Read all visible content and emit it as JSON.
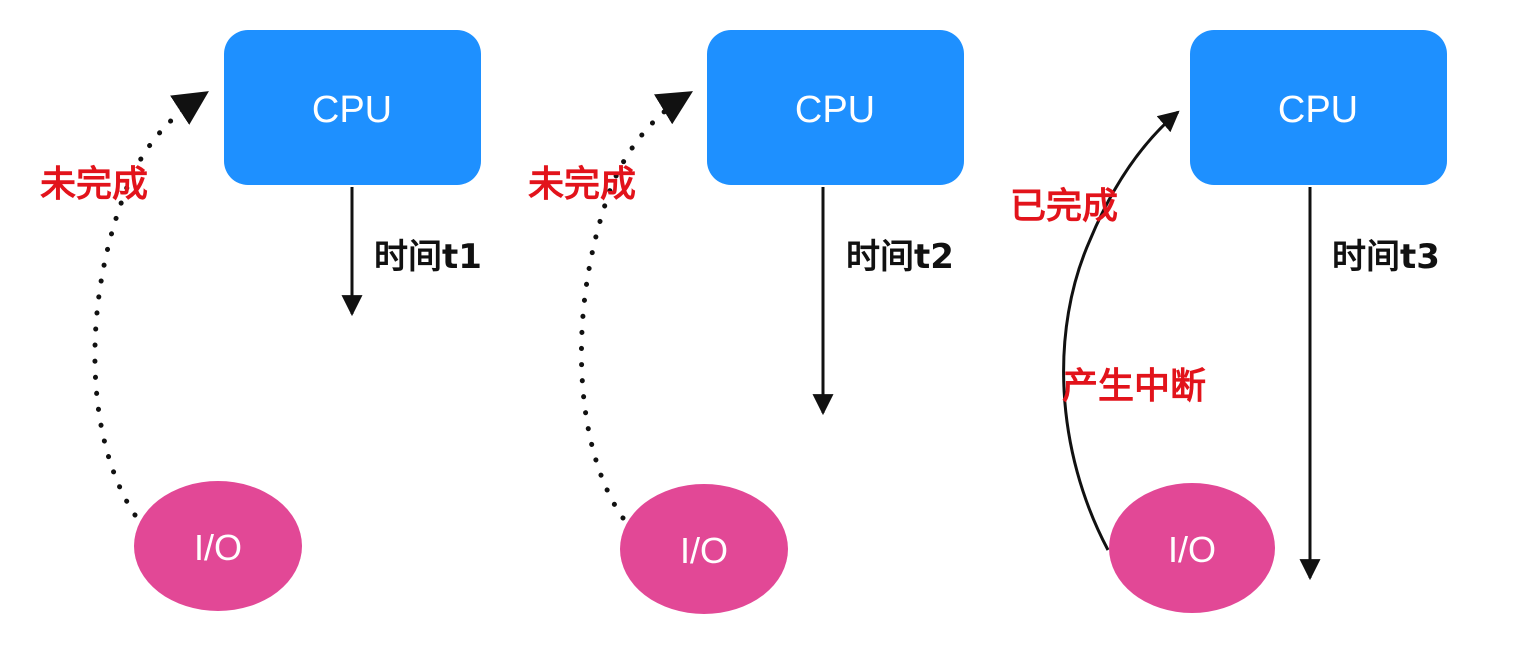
{
  "colors": {
    "cpu_fill": "#1e90ff",
    "io_fill": "#e24896",
    "status_text": "#e2131b",
    "arrow": "#111111",
    "background": "#ffffff"
  },
  "panels": [
    {
      "cpu_label": "CPU",
      "io_label": "I/O",
      "status_label": "未完成",
      "time_label": "时间t1",
      "link_style": "dotted",
      "interrupt_label": null
    },
    {
      "cpu_label": "CPU",
      "io_label": "I/O",
      "status_label": "未完成",
      "time_label": "时间t2",
      "link_style": "dotted",
      "interrupt_label": null
    },
    {
      "cpu_label": "CPU",
      "io_label": "I/O",
      "status_label": "已完成",
      "time_label": "时间t3",
      "link_style": "solid",
      "interrupt_label": "产生中断"
    }
  ]
}
